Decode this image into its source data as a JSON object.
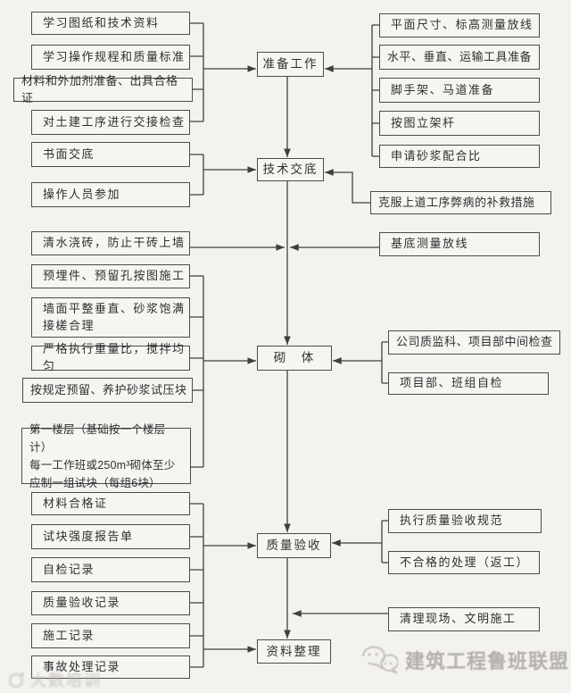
{
  "line_color": "#3f3f3f",
  "box_border_color": "#4b4b4b",
  "background_color": "#f3f2ef",
  "center_nodes": [
    {
      "label": "准备工作"
    },
    {
      "label": "技术交底"
    },
    {
      "label": "砌　体"
    },
    {
      "label": "质量验收"
    },
    {
      "label": "资料整理"
    }
  ],
  "left_boxes": [
    {
      "label": "学习图纸和技术资料"
    },
    {
      "label": "学习操作规程和质量标准"
    },
    {
      "label": "材料和外加剂准备、出具合格证"
    },
    {
      "label": "对土建工序进行交接检查"
    },
    {
      "label": "书面交底"
    },
    {
      "label": "操作人员参加"
    },
    {
      "label": "清水浇砖，防止干砖上墙"
    },
    {
      "label": "预埋件、预留孔按图施工"
    },
    {
      "label": "墙面平整垂直、砂浆饱满\n接槎合理"
    },
    {
      "label": "严格执行重量比，搅拌均匀"
    },
    {
      "label": "按规定预留、养护砂浆试压块"
    },
    {
      "label": "第一楼层（基础按一个楼层计）\n每一工作班或250m³砌体至少\n应制一组试块（每组6块）"
    },
    {
      "label": "材料合格证"
    },
    {
      "label": "试块强度报告单"
    },
    {
      "label": "自检记录"
    },
    {
      "label": "质量验收记录"
    },
    {
      "label": "施工记录"
    },
    {
      "label": "事故处理记录"
    }
  ],
  "right_boxes": [
    {
      "label": "平面尺寸、标高测量放线"
    },
    {
      "label": "水平、垂直、运输工具准备"
    },
    {
      "label": "脚手架、马道准备"
    },
    {
      "label": "按图立架杆"
    },
    {
      "label": "申请砂浆配合比"
    },
    {
      "label": "克服上道工序弊病的补救措施"
    },
    {
      "label": "基底测量放线"
    },
    {
      "label": "公司质监科、项目部中间检查"
    },
    {
      "label": "项目部、班组自检"
    },
    {
      "label": "执行质量验收规范"
    },
    {
      "label": "不合格的处理（返工）"
    },
    {
      "label": "清理现场、文明施工"
    }
  ],
  "watermarks": {
    "right_text": "建筑工程鲁班联盟",
    "left_text": "大数培训"
  }
}
